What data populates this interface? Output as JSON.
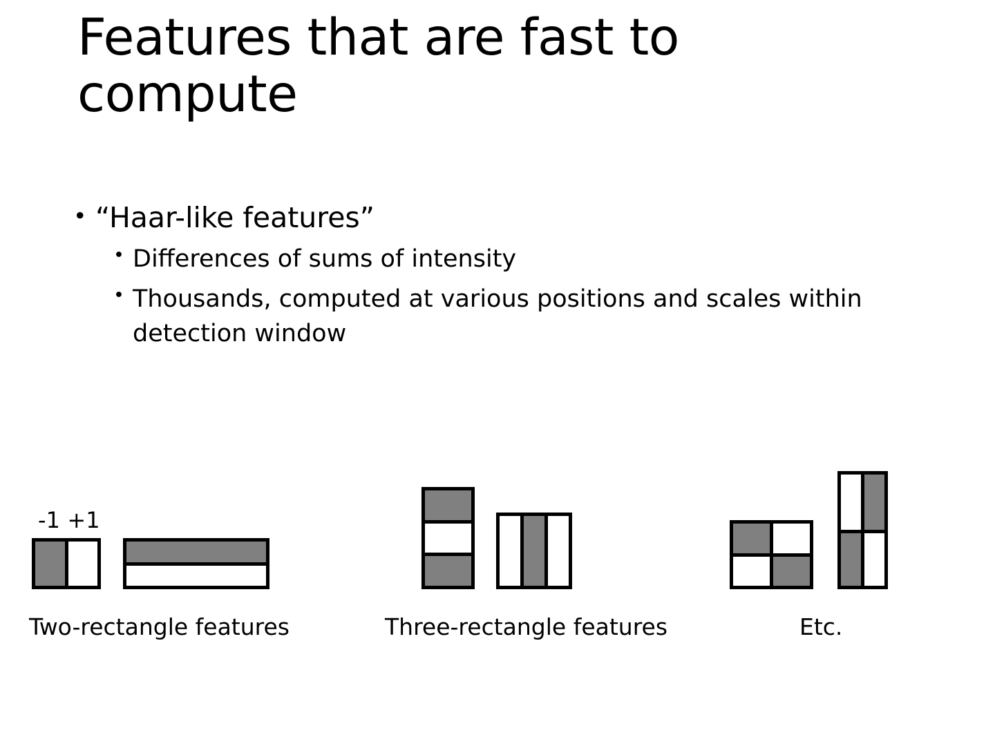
{
  "slide": {
    "title": "Features that are fast to compute",
    "background_color": "#ffffff",
    "text_color": "#000000",
    "accent_gray": "#808080"
  },
  "bullets": {
    "level1": "“Haar-like features”",
    "level2": [
      "Differences of sums of intensity",
      "Thousands, computed at various positions and scales within detection window"
    ],
    "marker": "•"
  },
  "figures": {
    "groups": [
      {
        "caption": "Two-rectangle features",
        "sign_labels": {
          "negative": "-1",
          "positive": "+1"
        }
      },
      {
        "caption": "Three-rectangle features"
      },
      {
        "caption": "Etc."
      }
    ]
  }
}
